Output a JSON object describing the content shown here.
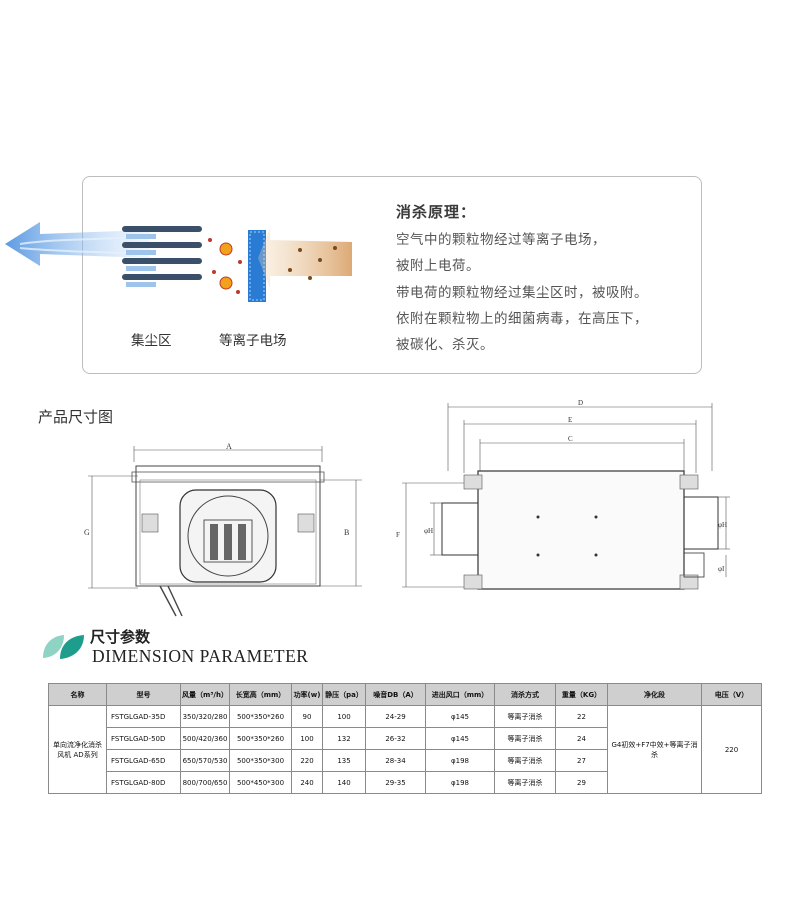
{
  "principle": {
    "title": "消杀原理：",
    "lines": [
      "空气中的颗粒物经过等离子电场，",
      "被附上电荷。",
      "带电荷的颗粒物经过集尘区时，被吸附。",
      "依附在颗粒物上的细菌病毒，在高压下，",
      "被碳化、杀灭。"
    ],
    "labels": {
      "dust_zone": "集尘区",
      "plasma_field": "等离子电场"
    }
  },
  "size_drawing": {
    "title": "产品尺寸图",
    "front_dims": {
      "A": "A",
      "G": "G",
      "B": "B"
    },
    "side_dims": {
      "D": "D",
      "E": "E",
      "C": "C",
      "F": "F",
      "phi_h_left": "φH",
      "phi_h_right": "φH",
      "phi_i": "φI"
    }
  },
  "dimension": {
    "title_cn": "尺寸参数",
    "title_en": "DIMENSION PARAMETER",
    "colors": {
      "leaf_dark": "#1e9c8c",
      "leaf_light": "#8fd3c4"
    }
  },
  "table": {
    "headers": [
      "名称",
      "型号",
      "风量（m³/h）",
      "长宽高（mm）",
      "功率(w)",
      "静压（pa）",
      "噪音DB（A）",
      "进出风口（mm）",
      "消杀方式",
      "重量（KG）",
      "净化段",
      "电压（V）"
    ],
    "series_name": [
      "单向流净化消杀",
      "风机 AD系列"
    ],
    "rows": [
      [
        "FSTGLGAD-35D",
        "350/320/280",
        "500*350*260",
        "90",
        "100",
        "24-29",
        "φ145",
        "等离子消杀",
        "22"
      ],
      [
        "FSTGLGAD-50D",
        "500/420/360",
        "500*350*260",
        "100",
        "132",
        "26-32",
        "φ145",
        "等离子消杀",
        "24"
      ],
      [
        "FSTGLGAD-65D",
        "650/570/530",
        "500*350*300",
        "220",
        "135",
        "28-34",
        "φ198",
        "等离子消杀",
        "27"
      ],
      [
        "FSTGLGAD-80D",
        "800/700/650",
        "500*450*300",
        "240",
        "140",
        "29-35",
        "φ198",
        "等离子消杀",
        "29"
      ]
    ],
    "purification": "G4初效+F7中效+等离子消杀",
    "voltage": "220"
  }
}
